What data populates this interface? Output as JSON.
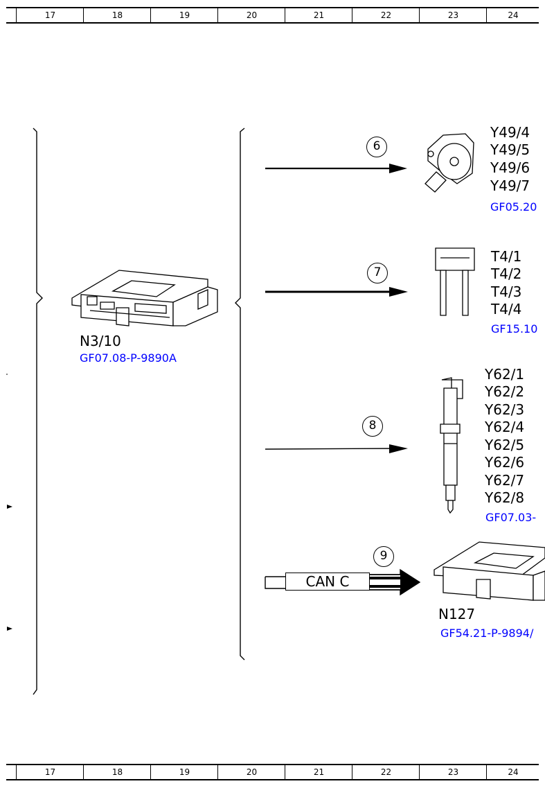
{
  "ruler": {
    "columns": [
      "17",
      "18",
      "19",
      "20",
      "21",
      "22",
      "23",
      "24"
    ]
  },
  "controller": {
    "label": "N3/10",
    "ref": "GF07.08-P-9890A"
  },
  "callouts": [
    "6",
    "7",
    "8",
    "9"
  ],
  "groups": [
    {
      "id": "6",
      "labels": [
        "Y49/4",
        "Y49/5",
        "Y49/6",
        "Y49/7"
      ],
      "ref": "GF05.20"
    },
    {
      "id": "7",
      "labels": [
        "T4/1",
        "T4/2",
        "T4/3",
        "T4/4"
      ],
      "ref": "GF15.10"
    },
    {
      "id": "8",
      "labels": [
        "Y62/1",
        "Y62/2",
        "Y62/3",
        "Y62/4",
        "Y62/5",
        "Y62/6",
        "Y62/7",
        "Y62/8"
      ],
      "ref": "GF07.03-"
    },
    {
      "id": "9",
      "labels": [
        "N127"
      ],
      "ref": "GF54.21-P-9894/"
    }
  ],
  "can_label": "CAN C",
  "colors": {
    "line": "#000000",
    "reference": "#0000ff"
  }
}
